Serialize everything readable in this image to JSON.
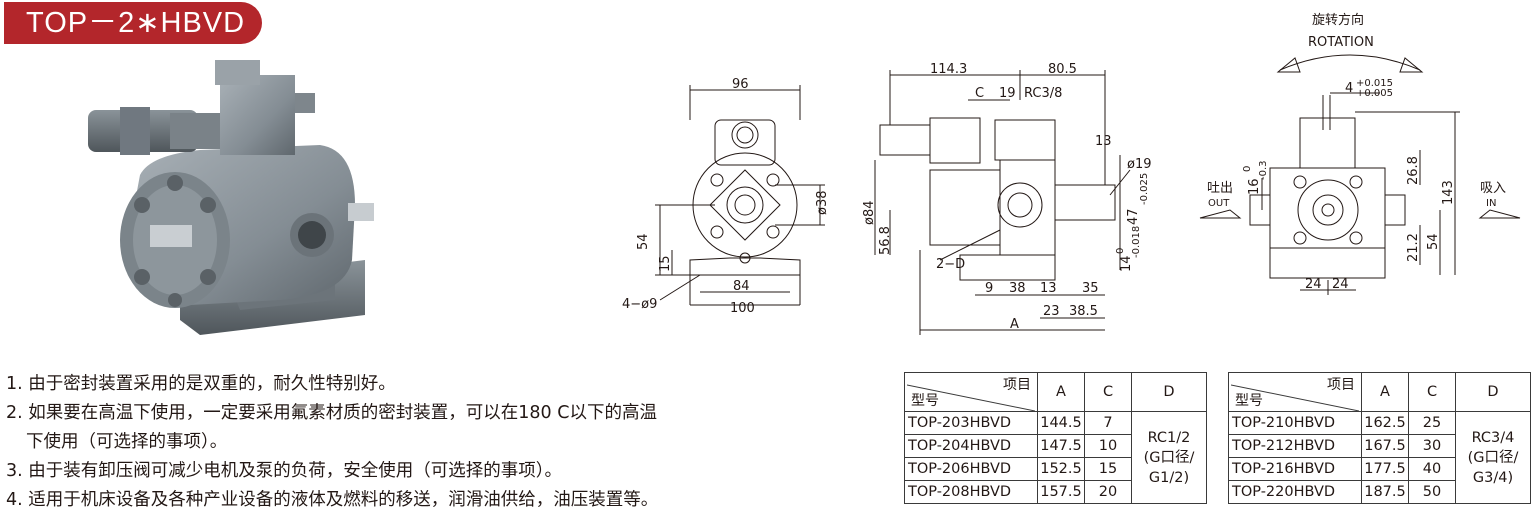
{
  "title": "TOP－2∗HBVD",
  "notes": [
    "1. 由于密封装置采用的是双重的，耐久性特别好。",
    "2. 如果要在高温下使用，一定要采用氟素材质的密封装置，可以在180 C以下的高温",
    "下使用（可选择的事项）。",
    "3. 由于装有卸压阀可减少电机及泵的负荷，安全使用（可选择的事项）。",
    "4. 适用于机床设备及各种产业设备的液体及燃料的移送，润滑油供给，油压装置等。"
  ],
  "front_view": {
    "dims": [
      "96",
      "ø38",
      "54",
      "15",
      "84",
      "100",
      "4−ø9"
    ]
  },
  "side_view": {
    "dims": [
      "114.3",
      "80.5",
      "C",
      "19",
      "RC3/8",
      "13",
      "ø19",
      "ø84",
      "56.8",
      "47",
      "-0.025",
      "2−D",
      "9",
      "38",
      "13",
      "35",
      "23",
      "38.5",
      "A",
      "14",
      "0",
      "-0.018"
    ]
  },
  "right_view": {
    "rotation_cn": "旋转方向",
    "rotation_en": "ROTATION",
    "dims": [
      "4",
      "+0.015",
      "+0.005",
      "26.8",
      "143",
      "16",
      "0",
      "-0.3",
      "21.2",
      "54",
      "24",
      "24"
    ],
    "out_cn": "吐出",
    "out_en": "OUT",
    "in_cn": "吸入",
    "in_en": "IN"
  },
  "table_left": {
    "header_item": "项目",
    "header_model": "型号",
    "columns": [
      "A",
      "C",
      "D"
    ],
    "rows": [
      {
        "model": "TOP-203HBVD",
        "A": "144.5",
        "C": "7"
      },
      {
        "model": "TOP-204HBVD",
        "A": "147.5",
        "C": "10"
      },
      {
        "model": "TOP-206HBVD",
        "A": "152.5",
        "C": "15"
      },
      {
        "model": "TOP-208HBVD",
        "A": "157.5",
        "C": "20"
      }
    ],
    "d_lines": [
      "RC1/2",
      "(G口径/",
      "G1/2)"
    ]
  },
  "table_right": {
    "header_item": "项目",
    "header_model": "型号",
    "columns": [
      "A",
      "C",
      "D"
    ],
    "rows": [
      {
        "model": "TOP-210HBVD",
        "A": "162.5",
        "C": "25"
      },
      {
        "model": "TOP-212HBVD",
        "A": "167.5",
        "C": "30"
      },
      {
        "model": "TOP-216HBVD",
        "A": "177.5",
        "C": "40"
      },
      {
        "model": "TOP-220HBVD",
        "A": "187.5",
        "C": "50"
      }
    ],
    "d_lines": [
      "RC3/4",
      "(G口径/",
      "G3/4)"
    ]
  },
  "colors": {
    "title_bg": "#b3262b",
    "pump_body": "#8c959c",
    "line": "#231815"
  }
}
